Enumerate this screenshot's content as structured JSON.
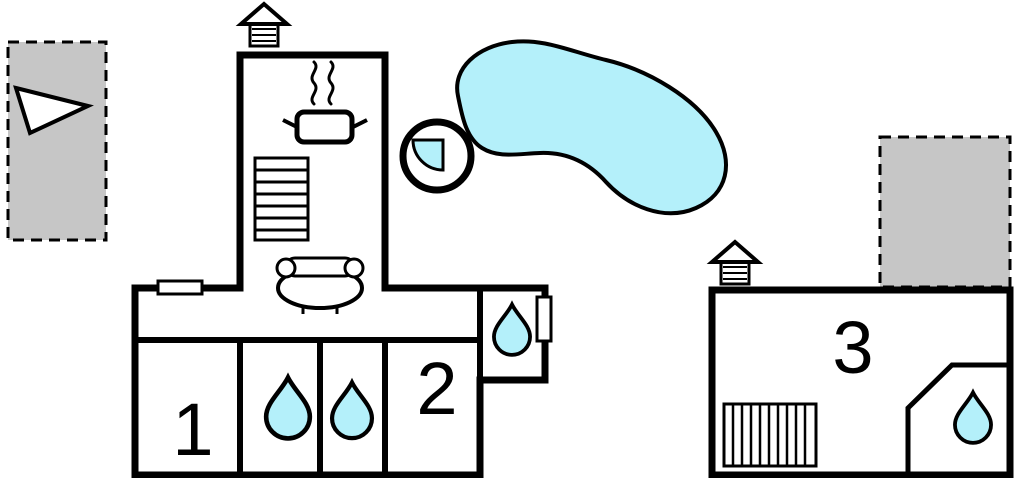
{
  "plan": {
    "type": "holiday-home-floor-plan",
    "colors": {
      "water": "#b4f0fa",
      "terrace": "#c6c6c6",
      "outline": "#000000",
      "background": "#ffffff"
    },
    "rooms": [
      {
        "label": "1"
      },
      {
        "label": "2"
      },
      {
        "label": "3"
      }
    ],
    "icons": [
      "chimney-icon",
      "stove-icon",
      "stairs-icon",
      "sofa-icon",
      "hot-tub-icon",
      "water-drop-icon",
      "pond",
      "terrace",
      "north-arrow-icon",
      "window"
    ]
  }
}
